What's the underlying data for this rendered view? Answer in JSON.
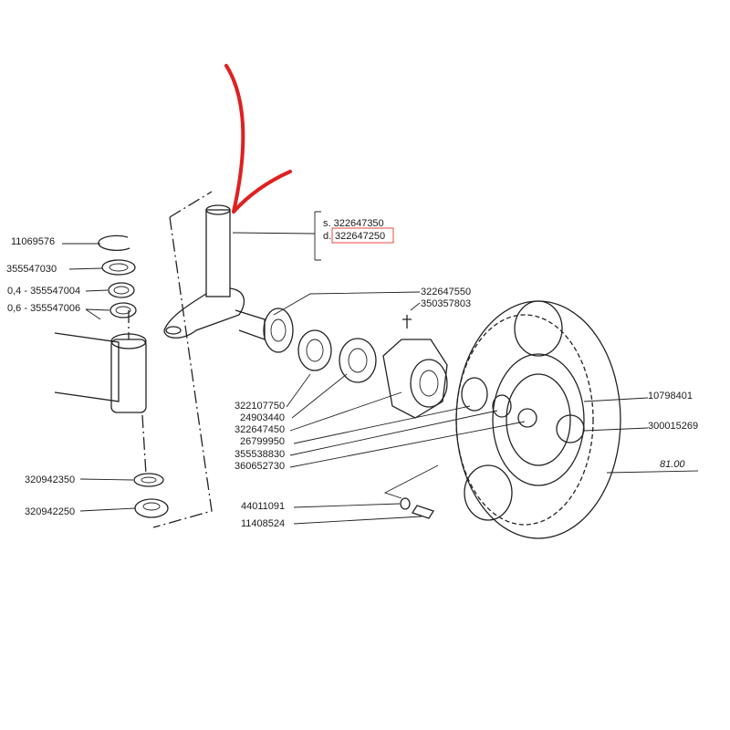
{
  "labels": {
    "p11069576": "11069576",
    "p355547030": "355547030",
    "p355547004": "0,4 - 355547004",
    "p355547006": "0,6 - 355547006",
    "p320942350": "320942350",
    "p320942250": "320942250",
    "s_label": "s. 322647350",
    "d_prefix": "d.",
    "d_number": "322647250",
    "p322647550": "322647550",
    "p350357803": "350357803",
    "p322107750": "322107750",
    "p24903440": "24903440",
    "p322647450": "322647450",
    "p26799950": "26799950",
    "p355538830": "355538830",
    "p360652730": "360652730",
    "p44011091": "44011091",
    "p11408524": "11408524",
    "p10798401": "10798401",
    "p300015269": "300015269",
    "wheel_ref": "81.00"
  },
  "colors": {
    "highlight": "#e8473f",
    "arrow": "#e02020",
    "ink": "#222222"
  }
}
